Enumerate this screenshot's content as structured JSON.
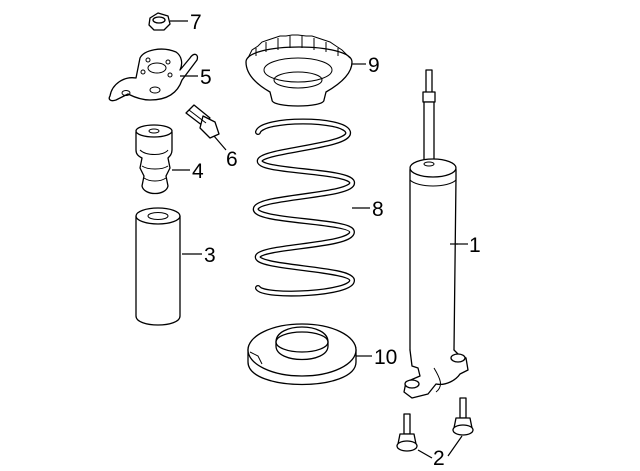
{
  "diagram": {
    "callouts": [
      {
        "id": "1",
        "label": "1",
        "part": "shock-absorber"
      },
      {
        "id": "2",
        "label": "2",
        "part": "mounting-bolts"
      },
      {
        "id": "3",
        "label": "3",
        "part": "dust-boot"
      },
      {
        "id": "4",
        "label": "4",
        "part": "bump-stop"
      },
      {
        "id": "5",
        "label": "5",
        "part": "upper-mount"
      },
      {
        "id": "6",
        "label": "6",
        "part": "mount-bolt"
      },
      {
        "id": "7",
        "label": "7",
        "part": "nut"
      },
      {
        "id": "8",
        "label": "8",
        "part": "coil-spring"
      },
      {
        "id": "9",
        "label": "9",
        "part": "upper-spring-seat"
      },
      {
        "id": "10",
        "label": "10",
        "part": "lower-spring-insulator"
      }
    ],
    "colors": {
      "line": "#000000",
      "background": "#ffffff"
    }
  }
}
